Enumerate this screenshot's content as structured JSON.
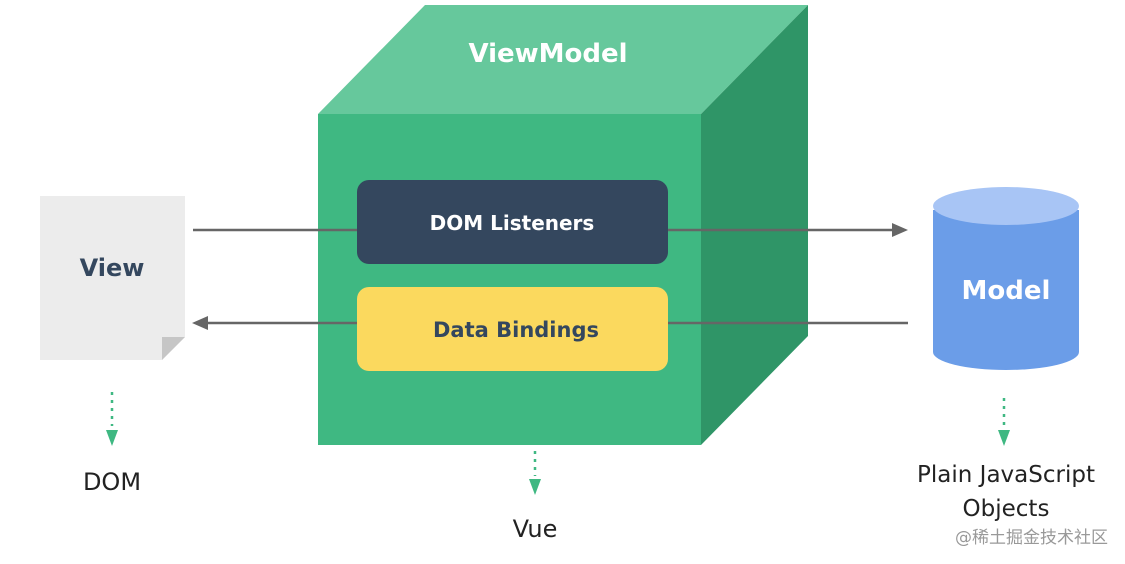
{
  "viewmodel": {
    "title": "ViewModel",
    "dom_listeners": "DOM Listeners",
    "data_bindings": "Data Bindings",
    "caption": "Vue"
  },
  "view": {
    "title": "View",
    "caption": "DOM"
  },
  "model": {
    "title": "Model",
    "caption_line1": "Plain JavaScript",
    "caption_line2": "Objects"
  },
  "watermark": "@稀土掘金技术社区",
  "colors": {
    "cube_top": "#66c89c",
    "cube_front": "#3fb882",
    "cube_side": "#2f9567",
    "listeners_box": "#34475e",
    "bindings_box": "#fbd95e",
    "view_doc": "#ececec",
    "view_fold": "#c6c6c6",
    "model_body": "#6b9de8",
    "model_top": "#a8c5f5",
    "arrow": "#666666",
    "dotted_arrow": "#3fb882",
    "text_dark": "#34475e",
    "text_white": "#ffffff",
    "caption_text": "#222222",
    "watermark_text": "#999999"
  }
}
